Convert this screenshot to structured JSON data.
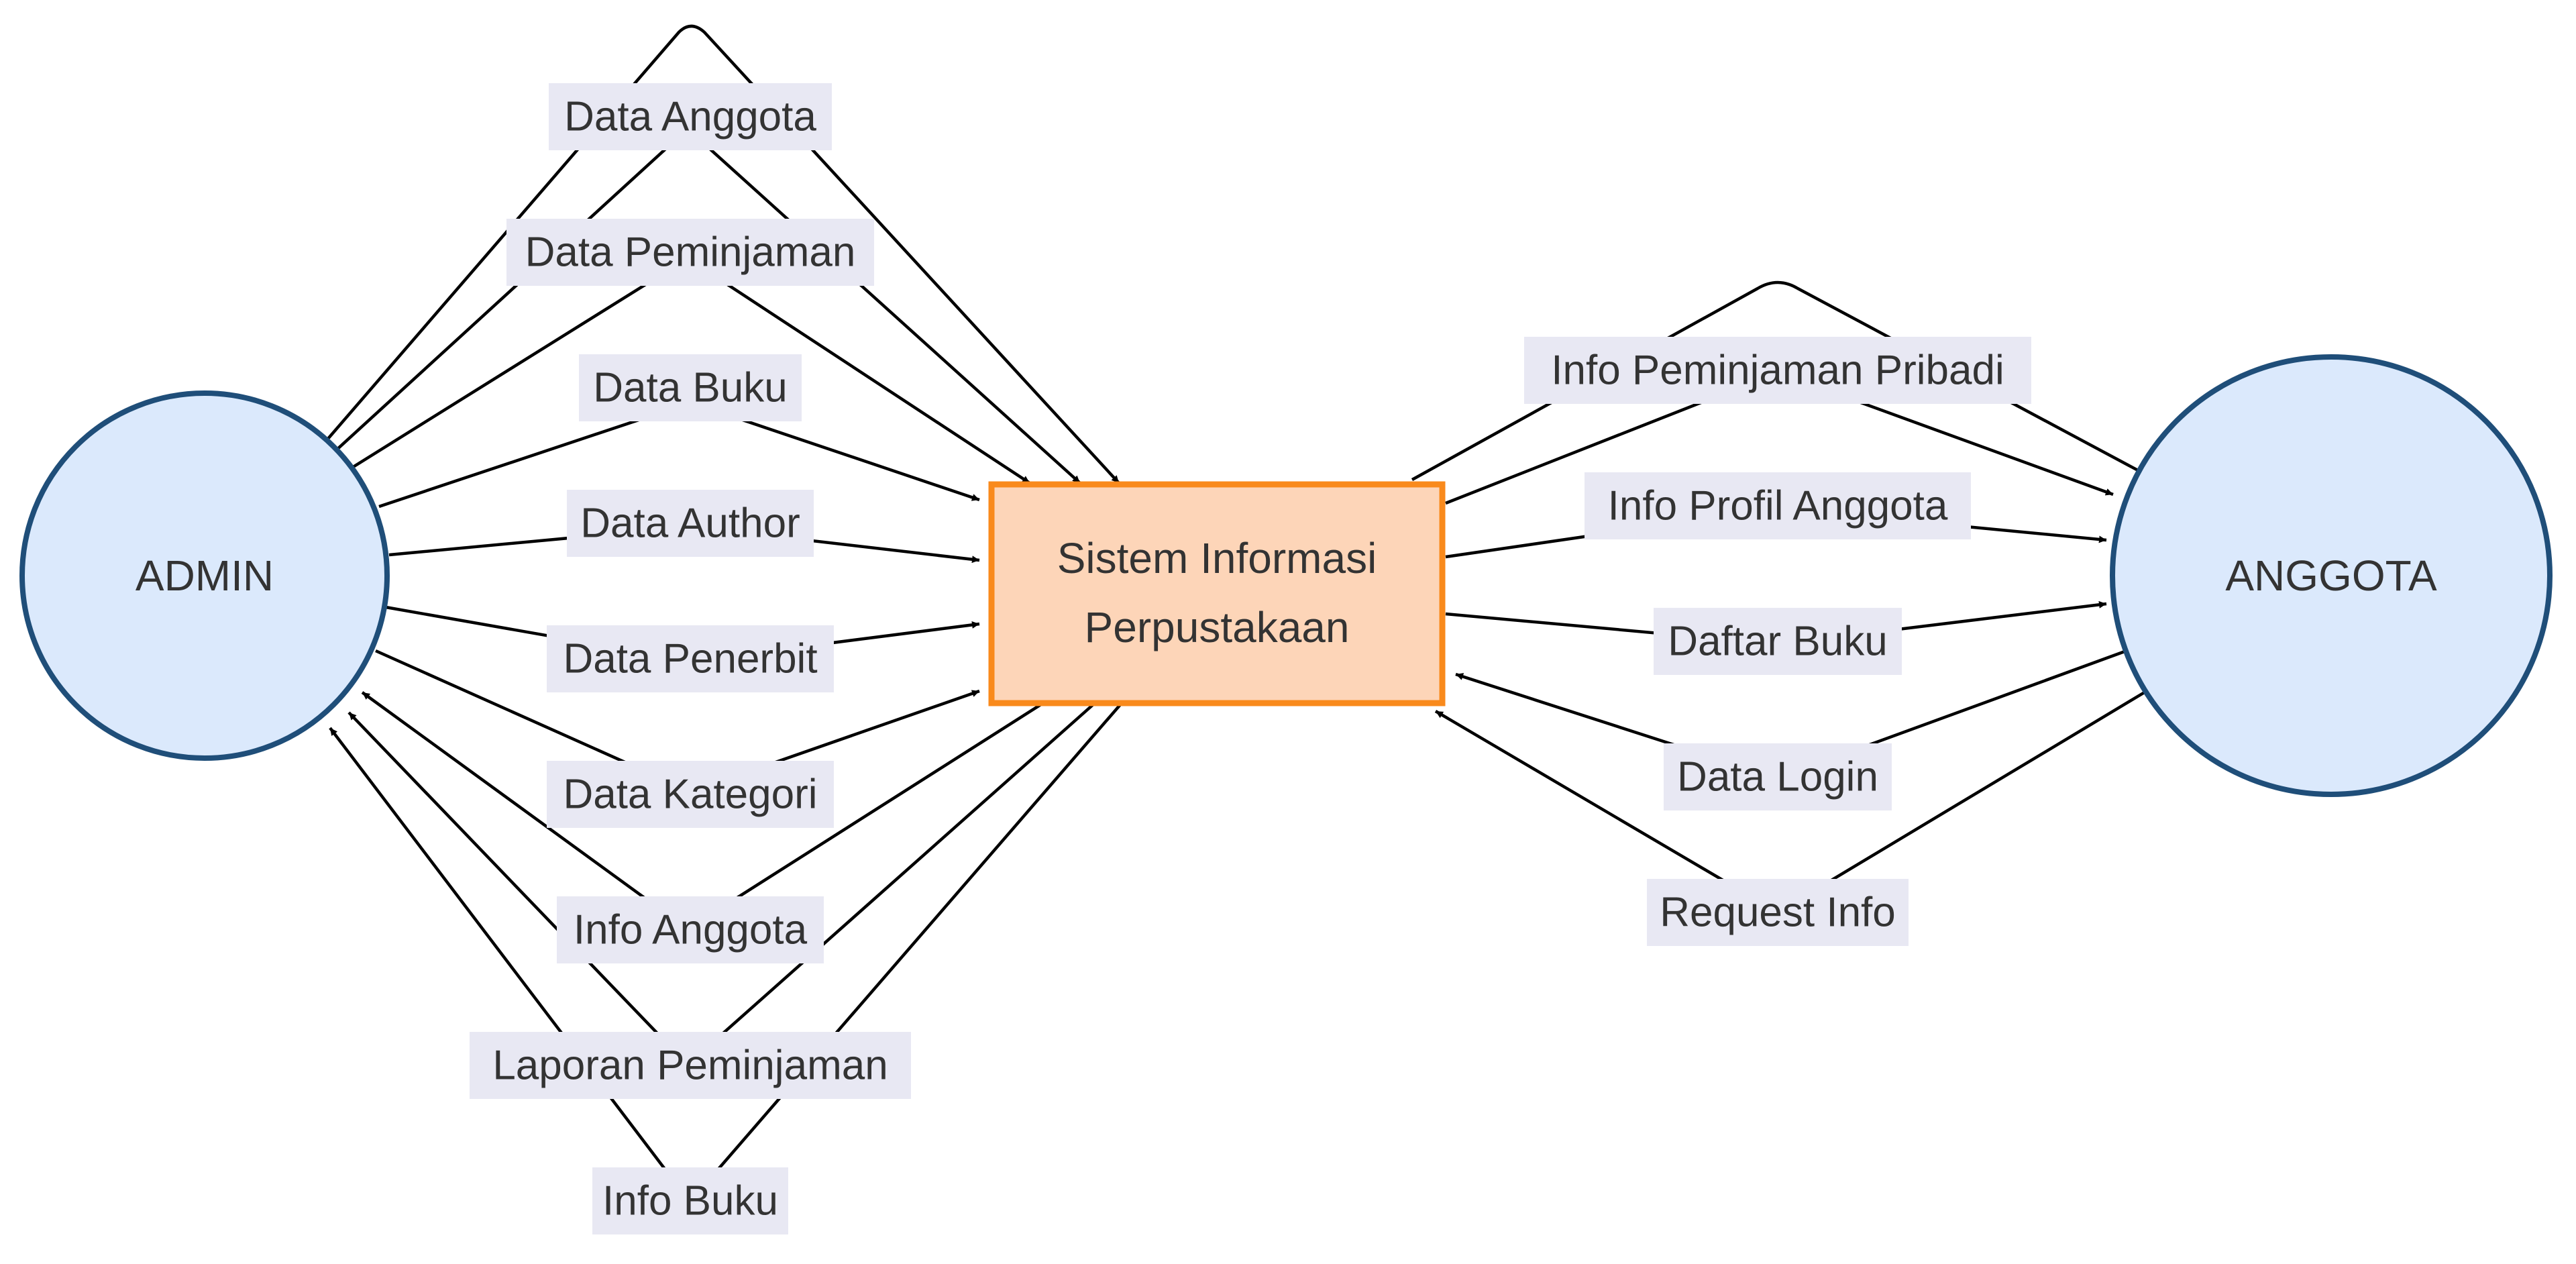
{
  "nodes": {
    "admin": {
      "label": "ADMIN"
    },
    "anggota": {
      "label": "ANGGOTA"
    },
    "system": {
      "line1": "Sistem Informasi",
      "line2": "Perpustakaan"
    }
  },
  "flows": {
    "data_anggota": "Data Anggota",
    "data_peminjaman": "Data Peminjaman",
    "data_buku": "Data Buku",
    "data_author": "Data Author",
    "data_penerbit": "Data Penerbit",
    "data_kategori": "Data Kategori",
    "info_anggota": "Info Anggota",
    "laporan_peminjaman": "Laporan Peminjaman",
    "info_buku": "Info Buku",
    "info_peminjaman_pribadi": "Info Peminjaman Pribadi",
    "info_profil_anggota": "Info Profil Anggota",
    "daftar_buku": "Daftar Buku",
    "data_login": "Data Login",
    "request_info": "Request Info"
  },
  "colors": {
    "entity_fill": "#dbe9fc",
    "entity_stroke": "#1f4e79",
    "process_fill": "#fdd5b8",
    "process_stroke": "#f98a1c",
    "label_background": "#e8e8f3"
  }
}
